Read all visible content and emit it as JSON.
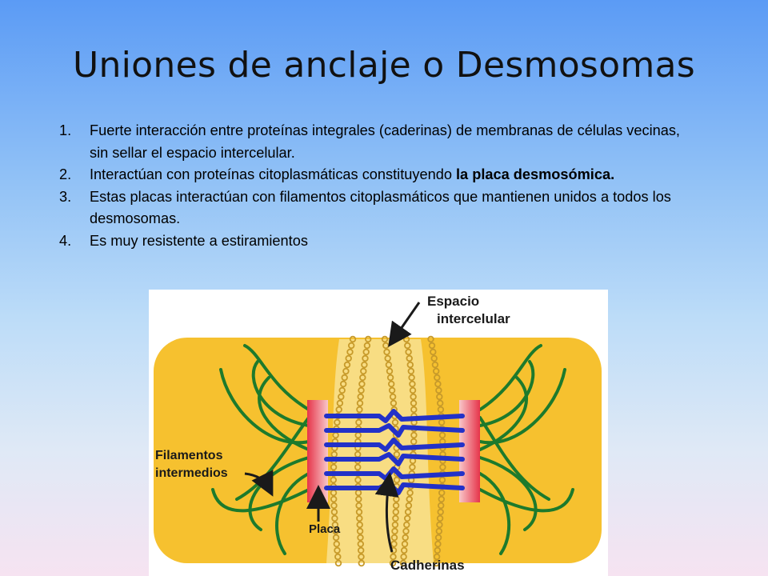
{
  "slide": {
    "title": "Uniones de anclaje o Desmosomas",
    "bullets": [
      {
        "num": "1.",
        "text": "Fuerte interacción entre proteínas integrales (caderinas) de membranas de células vecinas, sin sellar el espacio intercelular.",
        "bold": ""
      },
      {
        "num": "2.",
        "text": "Interactúan con proteínas citoplasmáticas constituyendo ",
        "bold": "la placa desmosómica."
      },
      {
        "num": "3.",
        "text": "Estas placas interactúan con filamentos citoplasmáticos que mantienen unidos a todos los desmosomas.",
        "bold": ""
      },
      {
        "num": "4.",
        "text": "Es muy resistente a estiramientos",
        "bold": ""
      }
    ]
  },
  "diagram": {
    "labels": {
      "espacio_line1": "Espacio",
      "espacio_line2": "intercelular",
      "filamentos_line1": "Filamentos",
      "filamentos_line2": "intermedios",
      "placa": "Placa",
      "cadherinas": "Cadherinas"
    },
    "colors": {
      "cell": "#f6c12f",
      "membrane_beads": "#c79a2a",
      "filament": "#1d7a2c",
      "cadherin": "#2231c8",
      "plaque": "#e6344a"
    }
  }
}
